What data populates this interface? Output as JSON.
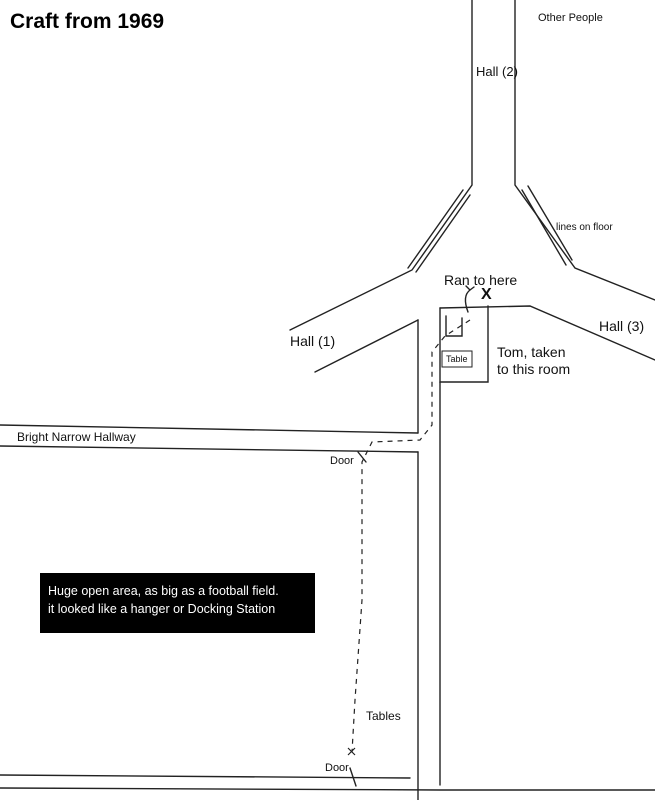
{
  "title": "Craft from 1969",
  "labels": {
    "other_people": "Other People",
    "hall_2": "Hall (2)",
    "lines_on_floor": "lines on floor",
    "ran_to_here": "Ran to here",
    "x_mark": "X",
    "hall_1": "Hall (1)",
    "hall_3": "Hall (3)",
    "table": "Table",
    "tom_line1": "Tom, taken",
    "tom_line2": "to this room",
    "bright_narrow_hallway": "Bright Narrow Hallway",
    "door_upper": "Door",
    "door_lower": "Door",
    "tables": "Tables"
  },
  "note": {
    "line1": "Huge open area, as big as a football field.",
    "line2": "it looked like a hanger or Docking Station"
  },
  "colors": {
    "ink": "#111111",
    "note_bg": "#000000",
    "note_text": "#ffffff"
  }
}
